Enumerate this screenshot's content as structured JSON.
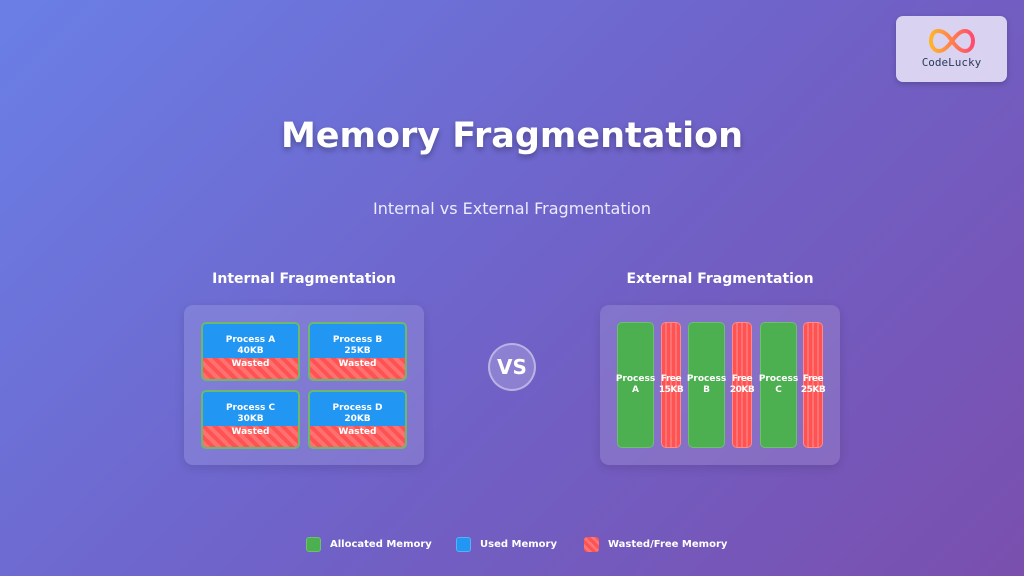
{
  "logo": {
    "text": "CodeLucky"
  },
  "title": "Memory Fragmentation",
  "subtitle": "Internal vs External Fragmentation",
  "internal": {
    "heading": "Internal Fragmentation",
    "blocks": [
      {
        "name": "Process A",
        "size": "40KB",
        "waste": "Wasted"
      },
      {
        "name": "Process B",
        "size": "25KB",
        "waste": "Wasted"
      },
      {
        "name": "Process C",
        "size": "30KB",
        "waste": "Wasted"
      },
      {
        "name": "Process D",
        "size": "20KB",
        "waste": "Wasted"
      }
    ]
  },
  "vs": "VS",
  "external": {
    "heading": "External Fragmentation",
    "bars": [
      {
        "l1": "Process",
        "l2": "A"
      },
      {
        "l1": "Free",
        "l2": "15KB"
      },
      {
        "l1": "Process",
        "l2": "B"
      },
      {
        "l1": "Free",
        "l2": "20KB"
      },
      {
        "l1": "Process",
        "l2": "C"
      },
      {
        "l1": "Free",
        "l2": "25KB"
      }
    ]
  },
  "legend": [
    {
      "label": "Allocated Memory",
      "color": "#4caf50"
    },
    {
      "label": "Used Memory",
      "color": "#2196f3"
    },
    {
      "label": "Wasted/Free Memory",
      "color": "#ff5252"
    }
  ]
}
